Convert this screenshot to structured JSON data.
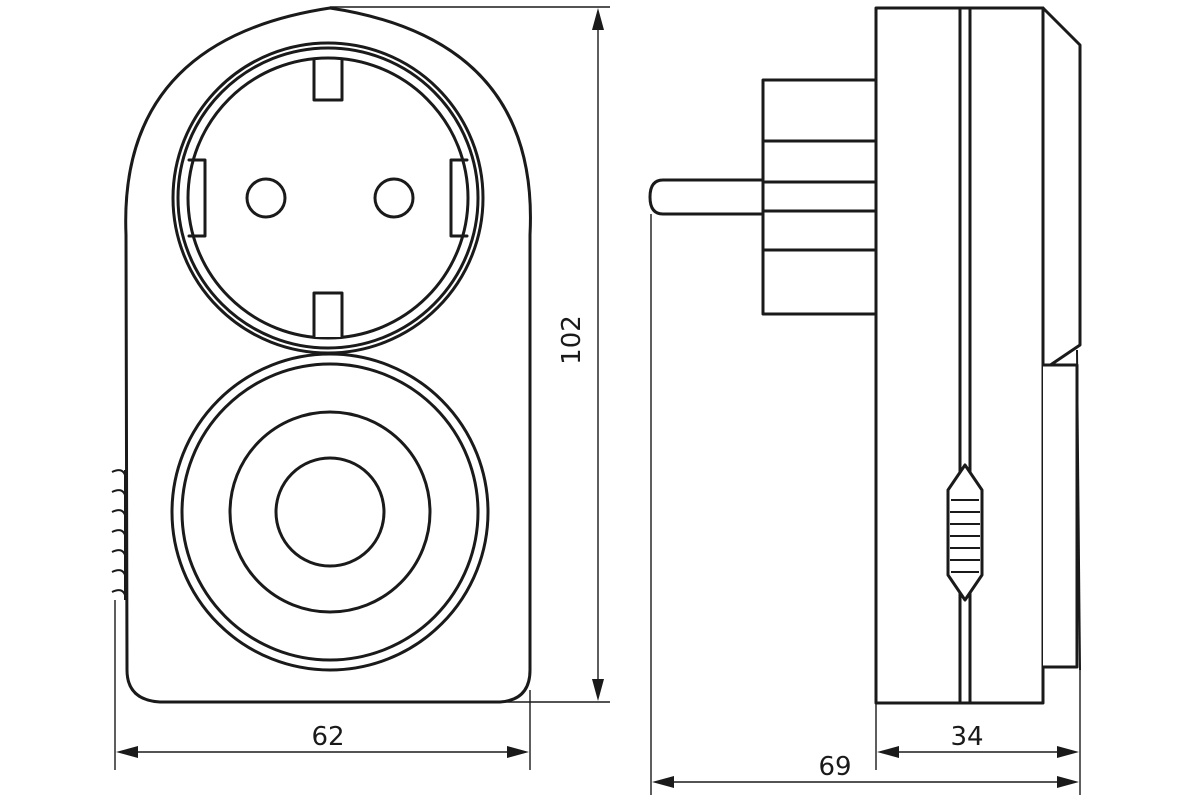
{
  "drawing": {
    "type": "technical-dimension-drawing",
    "views": [
      "front",
      "side"
    ],
    "dimensions": {
      "height": "102",
      "front_width": "62",
      "body_depth": "34",
      "total_depth": "69"
    },
    "colors": {
      "line": "#1a1a1a",
      "background": "#ffffff"
    }
  }
}
